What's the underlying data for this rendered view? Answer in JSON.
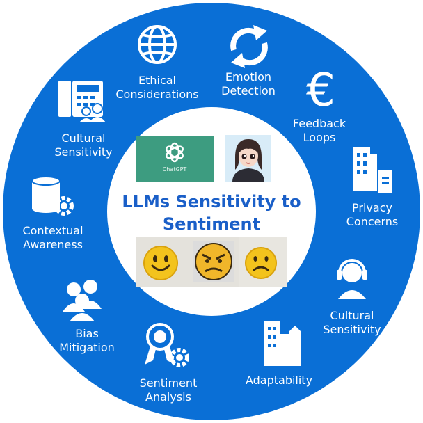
{
  "title": {
    "line1": "LLMs Sensitivity to",
    "line2": "Sentiment"
  },
  "center_images": {
    "chatgpt_label": "ChatGPT"
  },
  "ring_items": [
    {
      "line1": "Ethical",
      "line2": "Considerations",
      "icon": "globe-icon"
    },
    {
      "line1": "Emotion",
      "line2": "Detection",
      "icon": "refresh-cycle-icon"
    },
    {
      "line1": "Feedback",
      "line2": "Loops",
      "icon": "euro-icon"
    },
    {
      "line1": "Privacy",
      "line2": "Concerns",
      "icon": "office-building-icon"
    },
    {
      "line1": "Cultural",
      "line2": "Sensitivity",
      "icon": "headset-operator-icon"
    },
    {
      "line1": "Adaptability",
      "icon": "city-buildings-icon"
    },
    {
      "line1": "Sentiment",
      "line2": "Analysis",
      "icon": "award-gear-icon"
    },
    {
      "line1": "Bias",
      "line2": "Mitigation",
      "icon": "people-group-icon"
    },
    {
      "line1": "Contextual",
      "line2": "Awareness",
      "icon": "database-gear-icon"
    },
    {
      "line1": "Cultural",
      "line2": "Sensitivity",
      "icon": "phone-people-icon"
    }
  ],
  "colors": {
    "ring": "#0a6fd6",
    "title": "#1a5fc8",
    "icon": "#ffffff",
    "chatgpt_bg": "#3d9c80",
    "emoji_yellow": "#f3c31d"
  }
}
